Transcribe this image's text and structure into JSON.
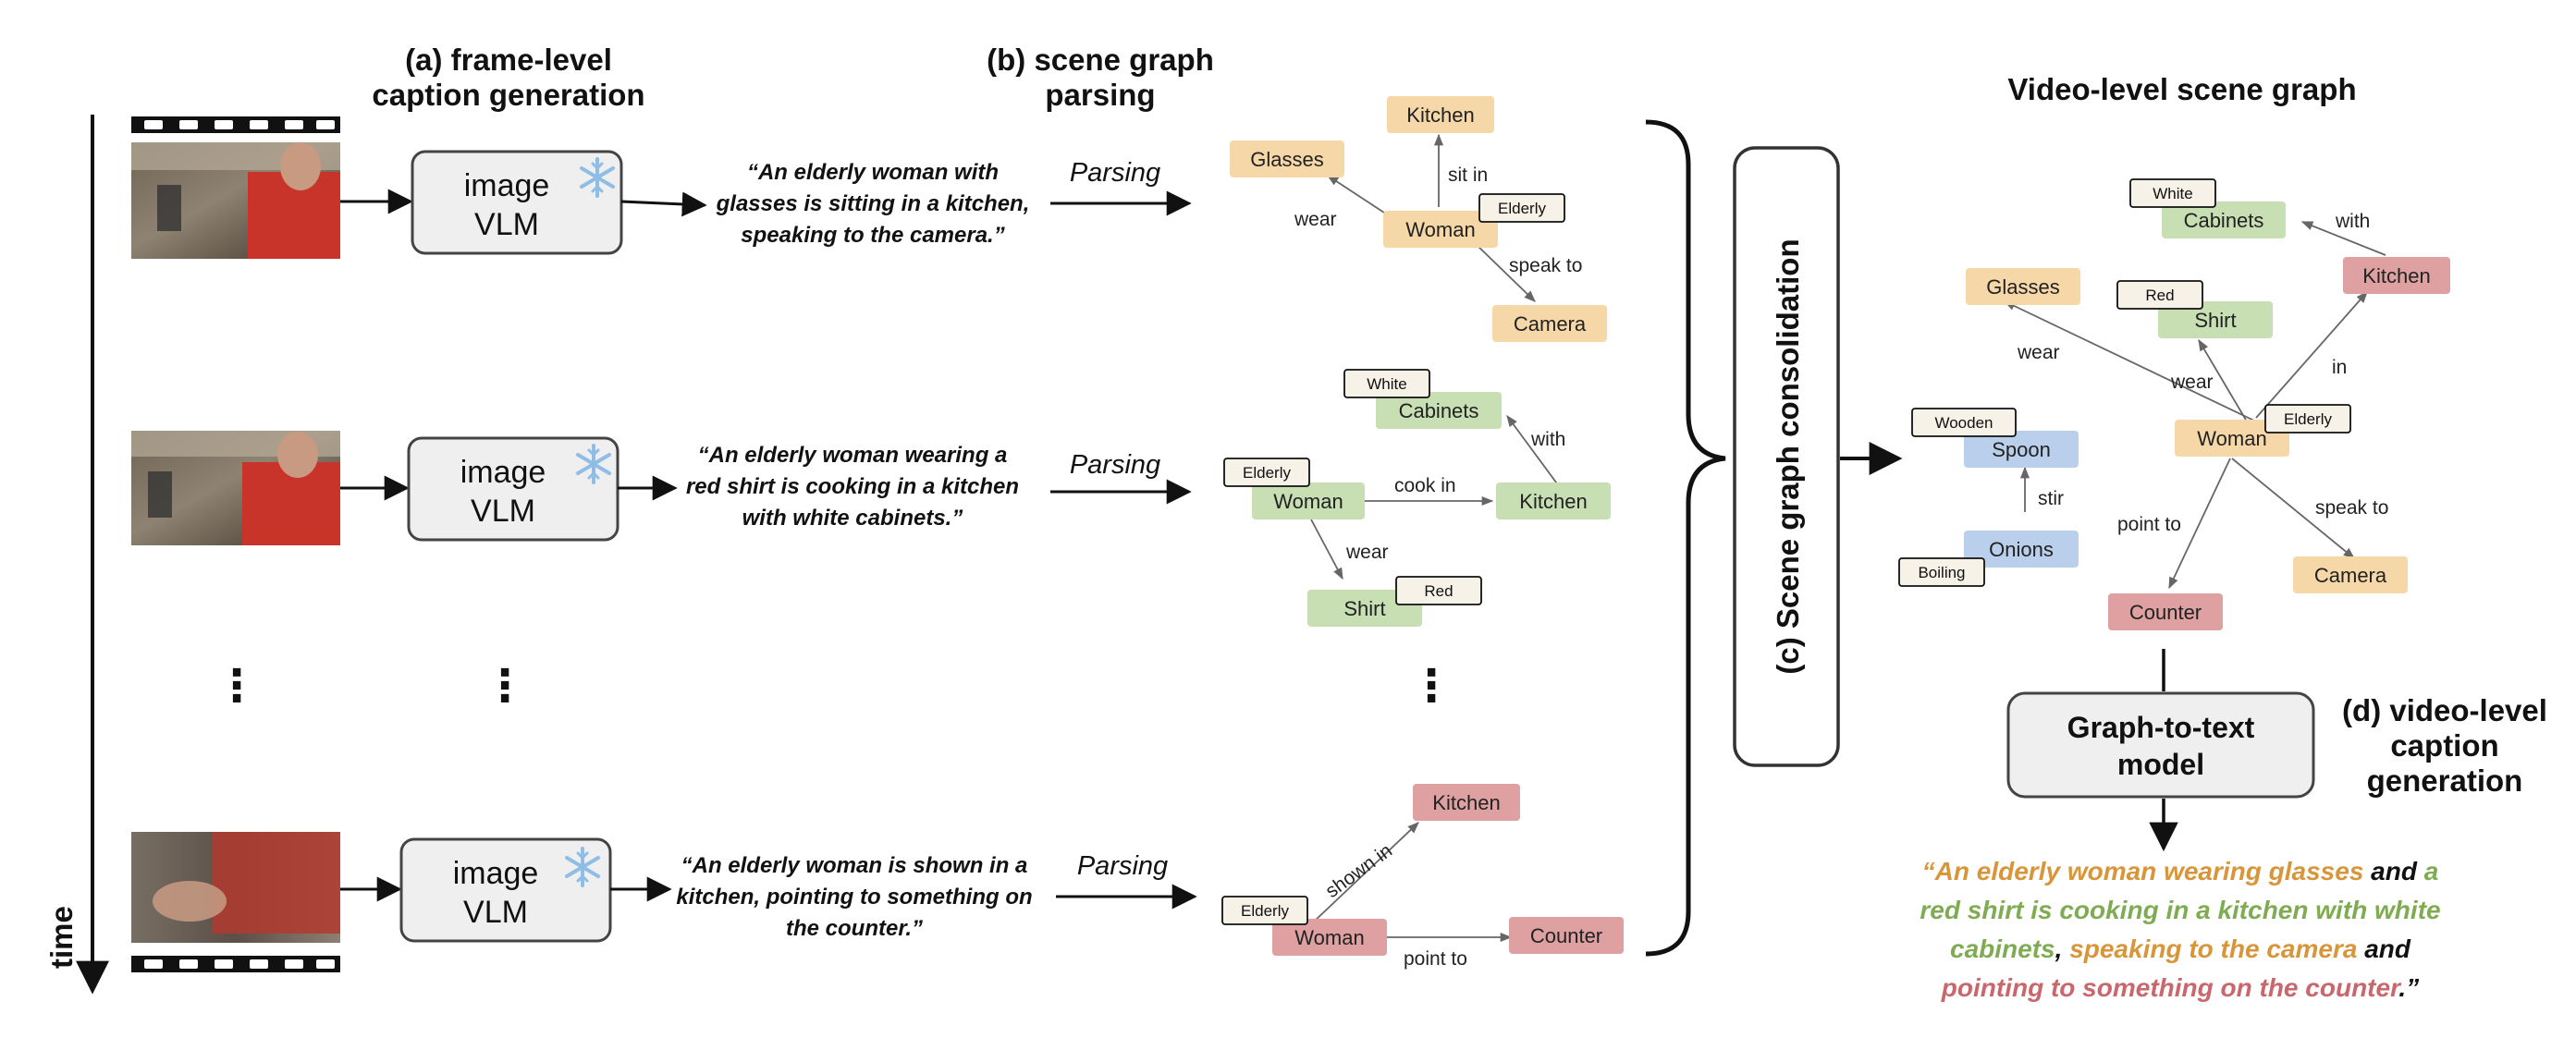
{
  "headers": {
    "frame_caption_line1": "(a) frame-level",
    "frame_caption_line2": "caption generation",
    "scene_parsing_line1": "(b) scene graph",
    "scene_parsing_line2": "parsing",
    "video_graph": "Video-level scene graph",
    "consolidation": "(c) Scene graph consolidation",
    "video_caption_line1": "(d) video-level",
    "video_caption_line2": "caption",
    "video_caption_line3": "generation"
  },
  "time_label": "time",
  "vlm": {
    "line1": "image",
    "line2": "VLM",
    "icon": "snowflake-icon"
  },
  "parsing_label": "Parsing",
  "frames": [
    {
      "caption": [
        "“An elderly woman with",
        "glasses is sitting in a kitchen,",
        "speaking to the camera.”"
      ]
    },
    {
      "caption": [
        "“An elderly woman wearing a",
        "red shirt is cooking in a kitchen",
        "with white cabinets.”"
      ]
    },
    {
      "caption": [
        "“An elderly woman is shown in a",
        "kitchen, pointing to something on",
        "the counter.”"
      ]
    }
  ],
  "graph1": {
    "nodes": {
      "kitchen": "Kitchen",
      "glasses": "Glasses",
      "woman": "Woman",
      "camera": "Camera"
    },
    "tags": {
      "elderly": "Elderly"
    },
    "edges": {
      "sit_in": "sit in",
      "wear": "wear",
      "speak_to": "speak to"
    }
  },
  "graph2": {
    "nodes": {
      "cabinets": "Cabinets",
      "woman": "Woman",
      "kitchen": "Kitchen",
      "shirt": "Shirt"
    },
    "tags": {
      "white": "White",
      "elderly": "Elderly",
      "red": "Red"
    },
    "edges": {
      "with": "with",
      "cook_in": "cook in",
      "wear": "wear"
    }
  },
  "graph3": {
    "nodes": {
      "kitchen": "Kitchen",
      "woman": "Woman",
      "counter": "Counter"
    },
    "tags": {
      "elderly": "Elderly"
    },
    "edges": {
      "shown_in": "shown in",
      "point_to": "point to"
    }
  },
  "video_graph": {
    "nodes": {
      "cabinets": "Cabinets",
      "kitchen": "Kitchen",
      "glasses": "Glasses",
      "shirt": "Shirt",
      "spoon": "Spoon",
      "woman": "Woman",
      "onions": "Onions",
      "camera": "Camera",
      "counter": "Counter"
    },
    "tags": {
      "white": "White",
      "red": "Red",
      "wooden": "Wooden",
      "elderly": "Elderly",
      "boiling": "Boiling"
    },
    "edges": {
      "with": "with",
      "wear_glasses": "wear",
      "in": "in",
      "wear_shirt": "wear",
      "stir": "stir",
      "point_to": "point to",
      "speak_to": "speak to"
    }
  },
  "g2t": {
    "line1": "Graph-to-text",
    "line2": "model"
  },
  "final_caption": {
    "l1_a": "“An elderly woman wearing glasses",
    "l1_b": " and ",
    "l1_c": "a",
    "l2": "red shirt is cooking in a kitchen with white",
    "l3_a": "cabinets",
    "l3_b": ", ",
    "l3_c": "speaking to the camera",
    "l3_d": " and",
    "l4_a": "pointing to something on the counter",
    "l4_b": ".”"
  },
  "colors": {
    "orange_fill": "#f6d7a8",
    "orange_text": "#d8953a",
    "green_fill": "#c7dfb3",
    "green_text": "#7fac52",
    "red_fill": "#dea0a0",
    "red_text": "#c9676c",
    "blue_fill": "#b9cfec",
    "tag_fill": "#f7f2e8"
  }
}
